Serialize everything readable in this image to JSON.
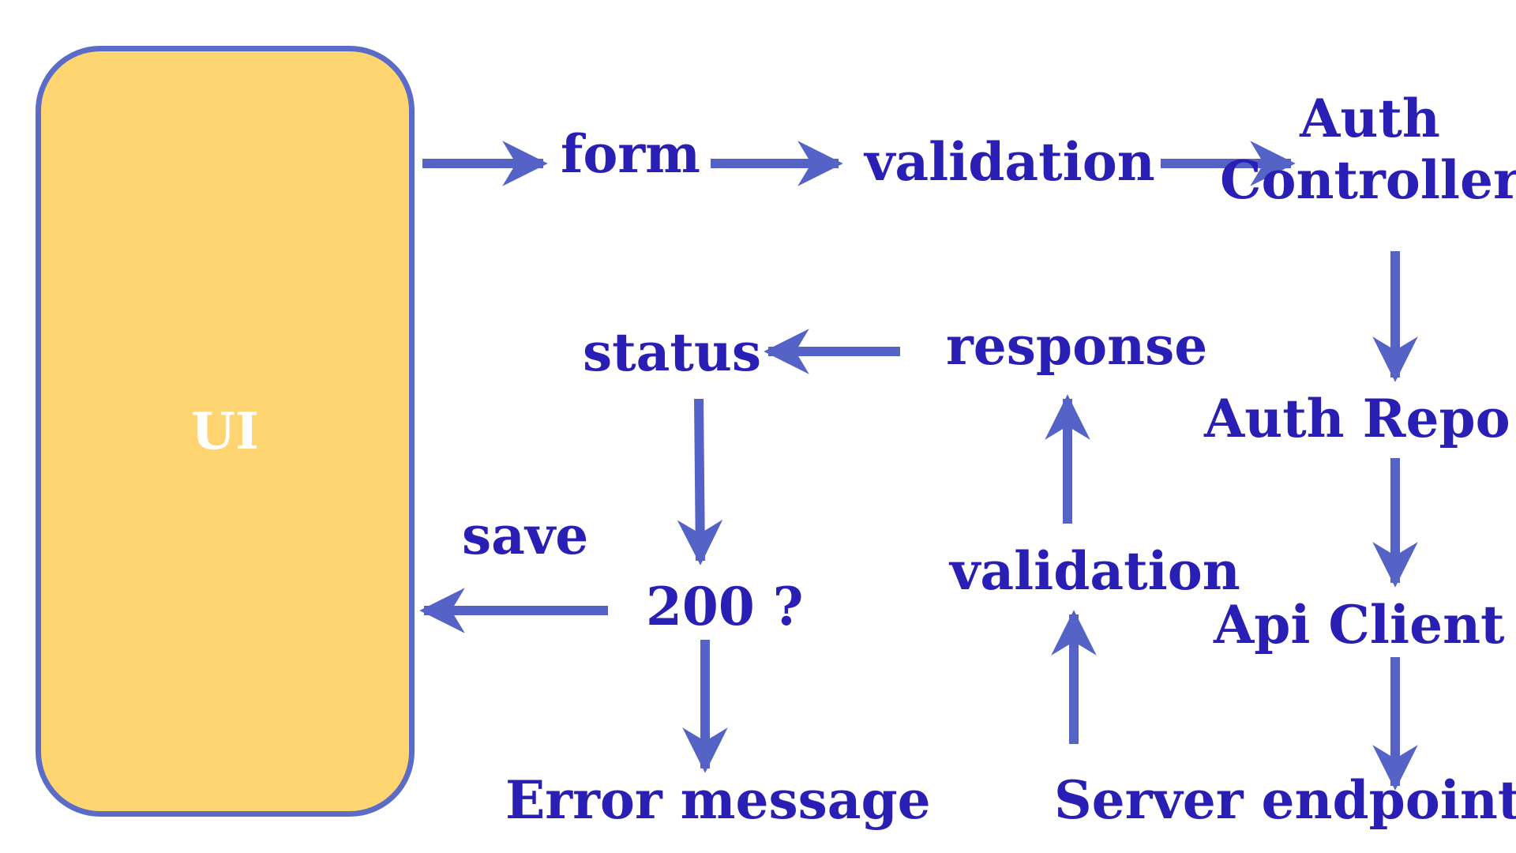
{
  "diagram": {
    "ui_box": {
      "label": "UI"
    },
    "nodes": {
      "form": "form",
      "validation_top": "validation",
      "auth_controller_line1": "Auth",
      "auth_controller_line2": "Controller",
      "auth_repo": "Auth Repo",
      "api_client": "Api Client",
      "server_endpoint": "Server endpoint",
      "validation_bottom": "validation",
      "response": "response",
      "status": "status",
      "check_200": "200 ?",
      "save": "save",
      "error_message": "Error message"
    },
    "colors": {
      "arrow": "#5563C6",
      "text": "#2A1FB5",
      "ui_fill": "#FFD572",
      "ui_border": "#5B6BC8",
      "ui_text": "#ffffff"
    }
  }
}
